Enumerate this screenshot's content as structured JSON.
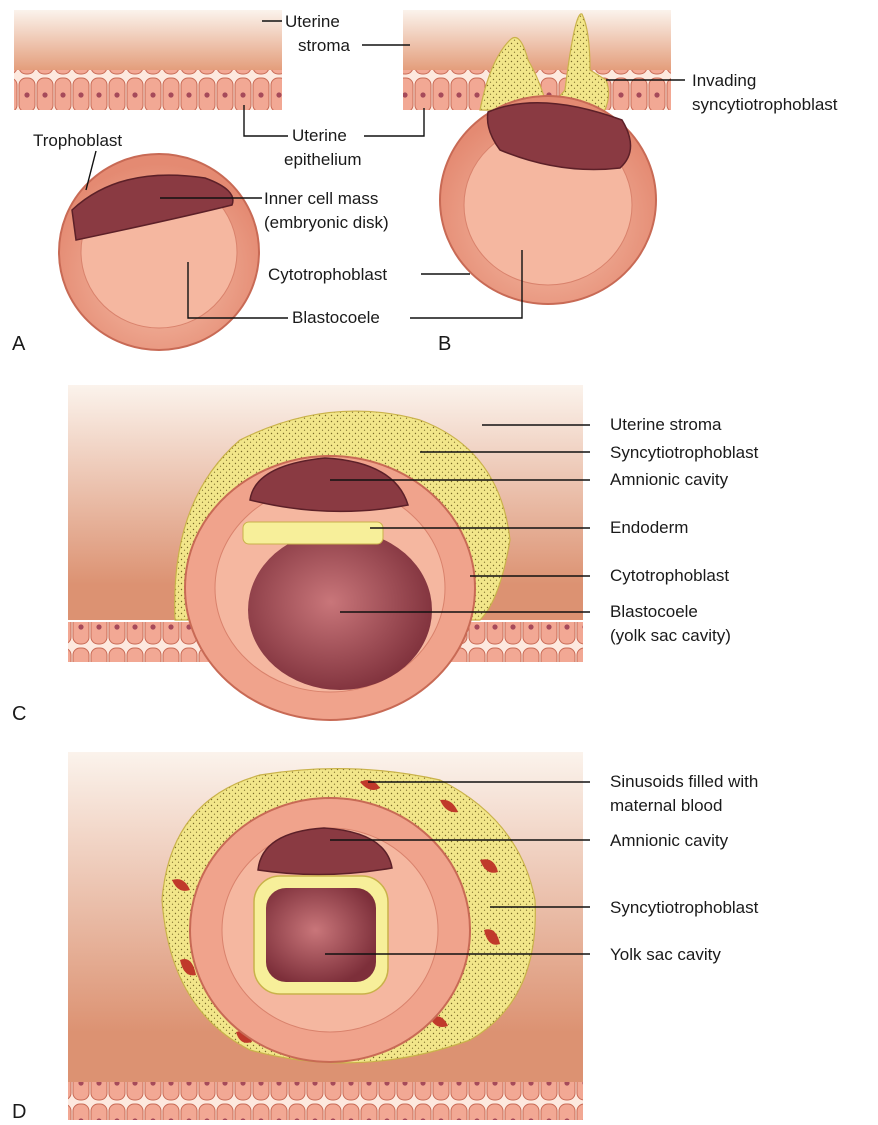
{
  "panels": {
    "a": {
      "letter": "A",
      "labels": {
        "uterine_stroma": [
          "Uterine",
          "stroma"
        ],
        "uterine_epithelium": [
          "Uterine",
          "epithelium"
        ],
        "trophoblast": "Trophoblast",
        "inner_cell_mass": [
          "Inner cell mass",
          "(embryonic disk)"
        ],
        "blastocoele": "Blastocoele"
      }
    },
    "b": {
      "letter": "B",
      "labels": {
        "invading_syncytiotrophoblast": [
          "Invading",
          "syncytiotrophoblast"
        ],
        "cytotrophoblast": "Cytotrophoblast"
      }
    },
    "c": {
      "letter": "C",
      "labels": {
        "uterine_stroma": "Uterine stroma",
        "syncytiotrophoblast": "Syncytiotrophoblast",
        "amnionic_cavity": "Amnionic cavity",
        "endoderm": "Endoderm",
        "cytotrophoblast": "Cytotrophoblast",
        "blastocoele": [
          "Blastocoele",
          "(yolk sac cavity)"
        ]
      }
    },
    "d": {
      "letter": "D",
      "labels": {
        "sinusoids": [
          "Sinusoids filled with",
          "maternal blood"
        ],
        "amnionic_cavity": "Amnionic cavity",
        "syncytiotrophoblast": "Syncytiotrophoblast",
        "yolk_sac_cavity": "Yolk sac cavity"
      }
    }
  },
  "colors": {
    "stroma_top": "#f8eee6",
    "stroma_bottom": "#e39b78",
    "epithelium": "#f2a894",
    "cell_fill": "#f0a38c",
    "cell_edge": "#c86a55",
    "inner_cell_mass": "#8a3a42",
    "syncytio": "#f0e27a",
    "cavity": "#9e4a52",
    "endoderm": "#f7ef9a",
    "blood": "#c0392b"
  }
}
